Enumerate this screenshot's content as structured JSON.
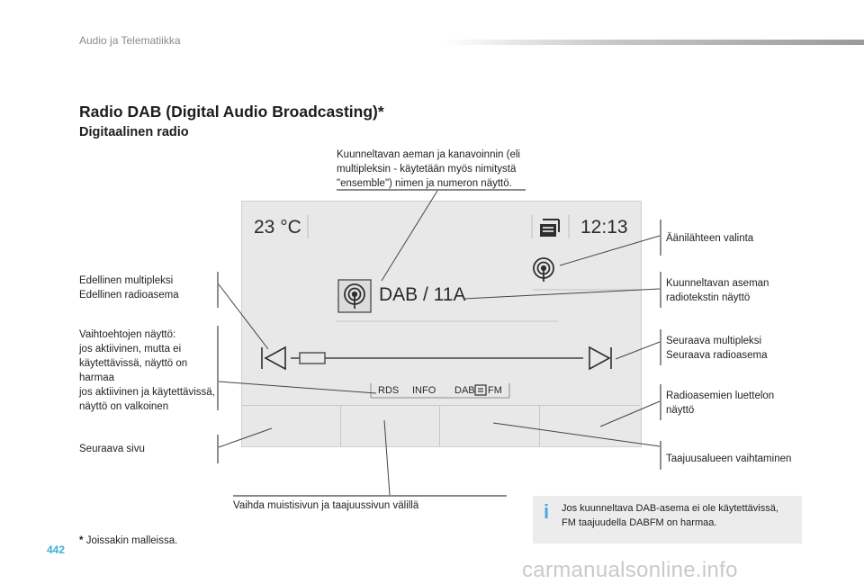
{
  "header": {
    "section": "Audio ja Telematiikka"
  },
  "title": "Radio DAB (Digital Audio Broadcasting)*",
  "subtitle": "Digitaalinen radio",
  "callouts": {
    "top": [
      "Kuunneltavan aeman ja kanavoinnin (eli",
      "multipleksin - käytetään myös nimitystä",
      "\"ensemble\") nimen ja numeron näyttö."
    ],
    "left1": [
      "Edellinen multipleksi",
      "Edellinen radioasema"
    ],
    "left2": [
      "Vaihtoehtojen näyttö:",
      "jos aktiivinen, mutta ei",
      "käytettävissä, näyttö on",
      "harmaa",
      "jos aktiivinen ja käytettävissä,",
      "näyttö on valkoinen"
    ],
    "left3": [
      "Seuraava sivu"
    ],
    "bottom": [
      "Vaihda muistisivun ja taajuussivun välillä"
    ],
    "right1": [
      "Äänilähteen valinta"
    ],
    "right2": [
      "Kuunneltavan aseman",
      "radiotekstin näyttö"
    ],
    "right3": [
      "Seuraava multipleksi",
      "Seuraava radioasema"
    ],
    "right4": [
      "Radioasemien luettelon",
      "näyttö"
    ],
    "right5": [
      "Taajuusalueen vaihtaminen"
    ]
  },
  "screen": {
    "temperature": "23 °C",
    "time": "12:13",
    "station": "DAB / 11A",
    "options": {
      "rds": "RDS",
      "info": "INFO",
      "dab": "DAB",
      "fm": "FM"
    },
    "icons": {
      "source": "radio-antenna-icon",
      "station": "radio-antenna-icon",
      "menu": "stack-menu-icon",
      "prev": "skip-previous-icon",
      "next": "skip-next-icon",
      "toggle": "toggle-icon"
    }
  },
  "footnote": {
    "star": "*",
    "text": "Joissakin malleissa."
  },
  "info": {
    "icon": "i",
    "lines": [
      "Jos kuunneltava DAB-asema ei ole käytettävissä,",
      "FM taajuudella DABFM on harmaa."
    ]
  },
  "page_number": "442",
  "watermark": "carmanualsonline.info",
  "colors": {
    "accent_info": "#49a9e0",
    "page_number": "#3cb0d8"
  }
}
